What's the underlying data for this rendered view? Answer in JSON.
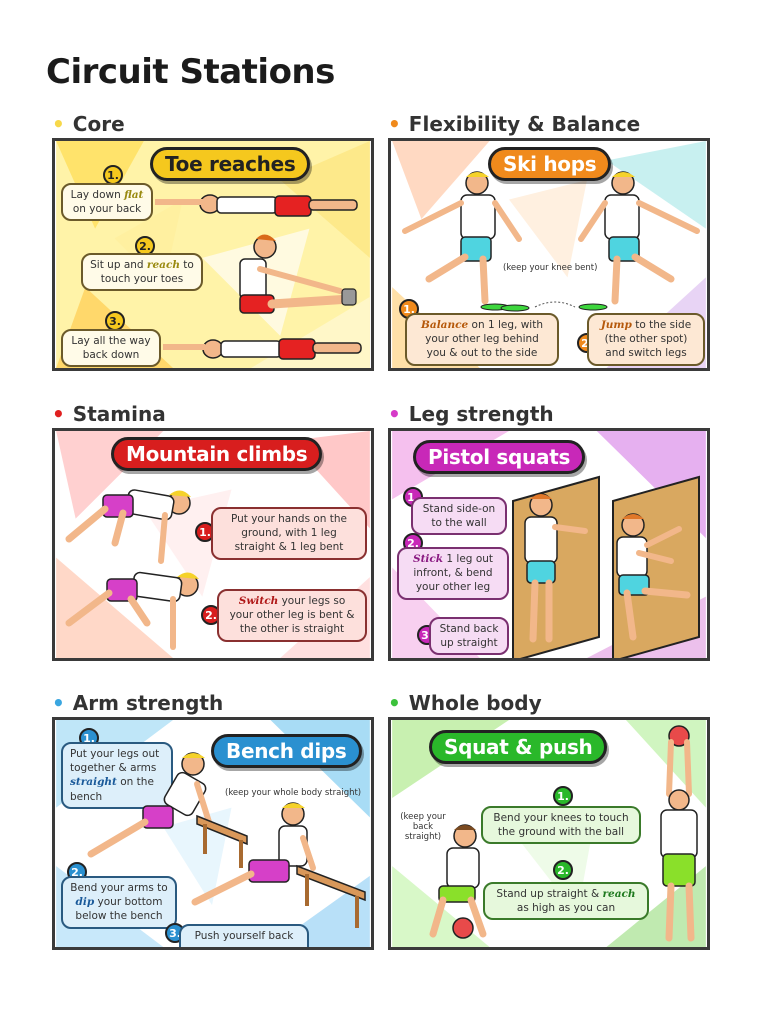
{
  "page": {
    "title": "Circuit Stations"
  },
  "colors": {
    "core": "#f7d84a",
    "flex": "#f08a1c",
    "stamina": "#e02020",
    "leg": "#d63bc8",
    "arm": "#3aa6e0",
    "whole": "#3cc23c"
  },
  "sections": {
    "core": {
      "heading": "Core",
      "card_title": "Toe reaches",
      "steps": [
        {
          "num": "1.",
          "em": "flat",
          "pre": "Lay down ",
          "post": " on your back"
        },
        {
          "num": "2.",
          "em": "reach",
          "pre": "Sit up and ",
          "post": " to touch your toes"
        },
        {
          "num": "3.",
          "em": "",
          "pre": "Lay all the way back down",
          "post": ""
        }
      ]
    },
    "flex": {
      "heading": "Flexibility & Balance",
      "card_title": "Ski hops",
      "note": "(keep your knee bent)",
      "steps": [
        {
          "num": "1.",
          "em": "Balance",
          "pre": "",
          "post": " on 1 leg, with your other leg behind you & out to the side"
        },
        {
          "num": "2.",
          "em": "Jump",
          "pre": "",
          "post": " to the side (the other spot) and switch legs"
        }
      ]
    },
    "stamina": {
      "heading": "Stamina",
      "card_title": "Mountain climbs",
      "steps": [
        {
          "num": "1.",
          "em": "",
          "pre": "Put your hands on the ground, with 1 leg straight & 1 leg bent",
          "post": ""
        },
        {
          "num": "2.",
          "em": "Switch",
          "pre": "",
          "post": " your legs so your other leg is bent & the other is straight"
        }
      ]
    },
    "leg": {
      "heading": "Leg strength",
      "card_title": "Pistol squats",
      "steps": [
        {
          "num": "1.",
          "em": "",
          "pre": "Stand side-on to the wall",
          "post": ""
        },
        {
          "num": "2.",
          "em": "Stick",
          "pre": "",
          "post": " 1 leg out infront, & bend your other leg"
        },
        {
          "num": "3.",
          "em": "",
          "pre": "Stand back up straight",
          "post": ""
        }
      ]
    },
    "arm": {
      "heading": "Arm strength",
      "card_title": "Bench dips",
      "note": "(keep your whole body straight)",
      "steps": [
        {
          "num": "1.",
          "em": "straight",
          "pre": "Put your legs out together & arms ",
          "post": " on the bench"
        },
        {
          "num": "2.",
          "em": "dip",
          "pre": "Bend your arms to ",
          "post": " your bottom below the bench"
        },
        {
          "num": "3.",
          "em": "",
          "pre": "Push yourself back up",
          "post": ""
        }
      ]
    },
    "whole": {
      "heading": "Whole body",
      "card_title": "Squat & push",
      "note": "(keep your back straight)",
      "steps": [
        {
          "num": "1.",
          "em": "",
          "pre": "Bend your knees to touch the ground with the ball",
          "post": ""
        },
        {
          "num": "2.",
          "em": "reach",
          "pre": "Stand up straight & ",
          "post": " as high as you can"
        }
      ]
    }
  }
}
